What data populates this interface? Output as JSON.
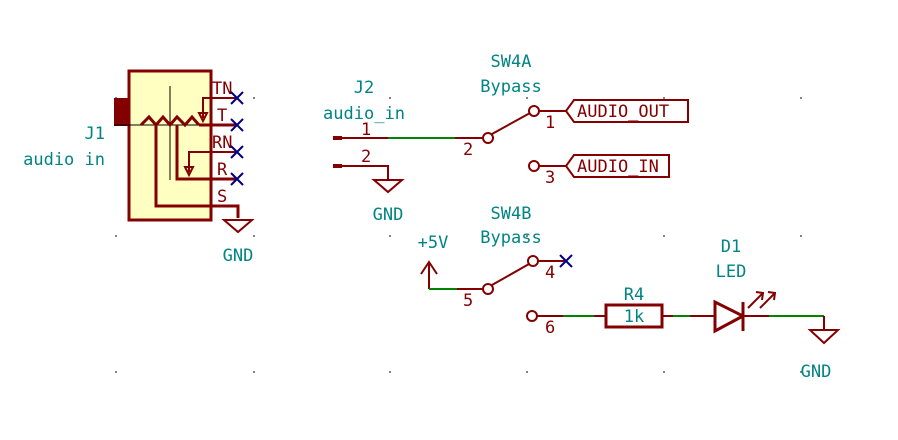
{
  "colors": {
    "background": "#ffffff",
    "component": "#840000",
    "component_fill": "#ffffc2",
    "wire": "#008400",
    "ref_text": "#008484",
    "no_connect": "#000084",
    "grid": "#848484"
  },
  "components": {
    "J1": {
      "ref": "J1",
      "value": "audio in",
      "pins": [
        "TN",
        "T",
        "RN",
        "R",
        "S"
      ]
    },
    "J2": {
      "ref": "J2",
      "value": "audio_in",
      "pins": [
        "1",
        "2"
      ]
    },
    "SW4A": {
      "ref": "SW4A",
      "value": "Bypass",
      "pins": [
        "1",
        "2",
        "3"
      ]
    },
    "SW4B": {
      "ref": "SW4B",
      "value": "Bypass",
      "pins": [
        "4",
        "5",
        "6"
      ]
    },
    "R4": {
      "ref": "R4",
      "value": "1k"
    },
    "D1": {
      "ref": "D1",
      "value": "LED"
    }
  },
  "power": {
    "gnd_j1": "GND",
    "gnd_j2": "GND",
    "gnd_d1": "GND",
    "vcc": "+5V"
  },
  "labels": {
    "audio_out": "AUDIO_OUT",
    "audio_in": "AUDIO_IN"
  }
}
